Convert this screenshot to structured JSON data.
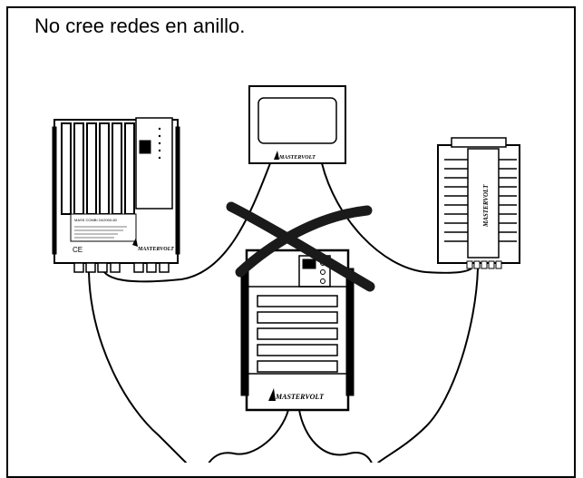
{
  "caption": "No cree redes en anillo.",
  "devices": {
    "left": {
      "label_text": "MASS COMBI 24/2000-60",
      "brand": "MASTERVOLT"
    },
    "top": {
      "brand": "MASTERVOLT"
    },
    "right": {
      "brand": "MASTERVOLT"
    },
    "center": {
      "brand": "MASTERVOLT"
    }
  },
  "colors": {
    "line": "#000000",
    "cross": "#1a1a1a",
    "background": "#ffffff"
  }
}
